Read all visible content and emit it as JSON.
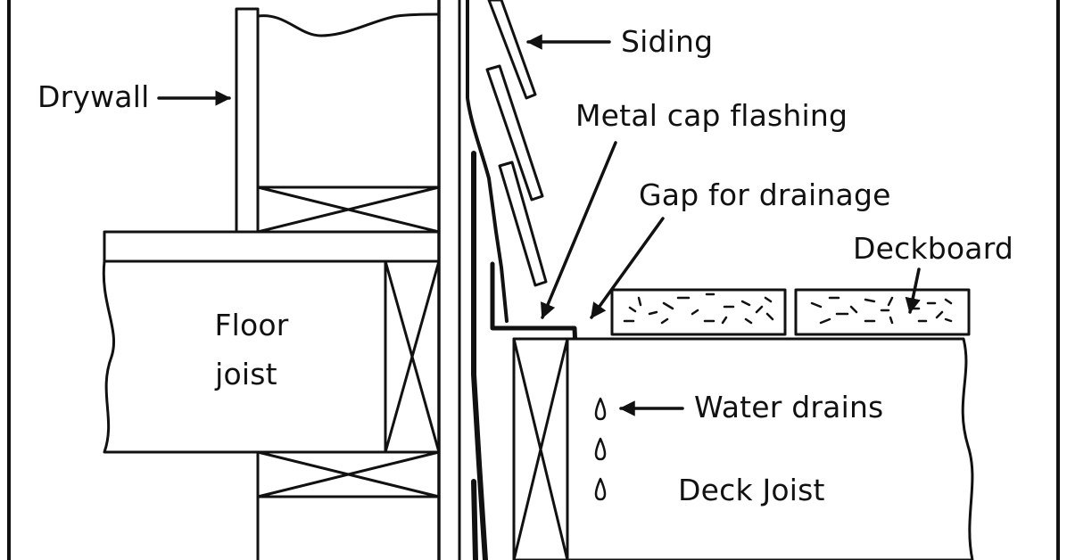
{
  "colors": {
    "ink": "#111111",
    "paper": "#ffffff"
  },
  "labels": {
    "drywall": "Drywall",
    "siding": "Siding",
    "metal_cap_flashing": "Metal cap flashing",
    "gap_for_drainage": "Gap for drainage",
    "deckboard": "Deckboard",
    "floor_joist_line1": "Floor",
    "floor_joist_line2": "joist",
    "water_drains": "Water drains",
    "deck_joist": "Deck Joist"
  }
}
